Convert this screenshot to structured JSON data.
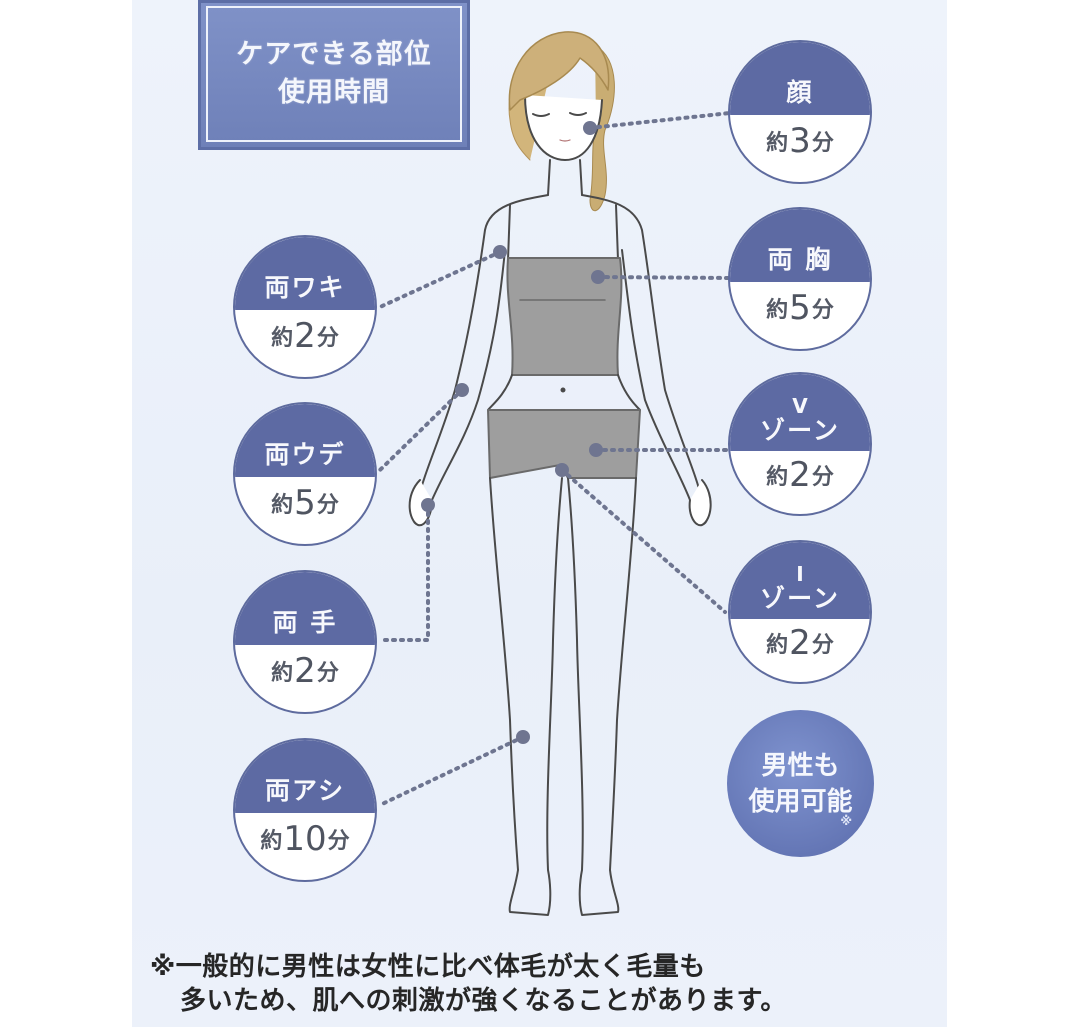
{
  "title": {
    "line1": "ケアできる部位",
    "line2": "使用時間"
  },
  "parts": [
    {
      "id": "face",
      "name": "顔",
      "prefix": "約",
      "minutes": "3",
      "unit": "分",
      "side": "right"
    },
    {
      "id": "underarms",
      "name": "両ワキ",
      "prefix": "約",
      "minutes": "2",
      "unit": "分",
      "side": "left"
    },
    {
      "id": "chest",
      "name": "両 胸",
      "prefix": "約",
      "minutes": "5",
      "unit": "分",
      "side": "right"
    },
    {
      "id": "arms",
      "name": "両ウデ",
      "prefix": "約",
      "minutes": "5",
      "unit": "分",
      "side": "left"
    },
    {
      "id": "v-zone",
      "name_top": "V",
      "name": "ゾーン",
      "prefix": "約",
      "minutes": "2",
      "unit": "分",
      "side": "right"
    },
    {
      "id": "hands",
      "name": "両 手",
      "prefix": "約",
      "minutes": "2",
      "unit": "分",
      "side": "left"
    },
    {
      "id": "i-zone",
      "name_top": "I",
      "name": "ゾーン",
      "prefix": "約",
      "minutes": "2",
      "unit": "分",
      "side": "right"
    },
    {
      "id": "legs",
      "name": "両アシ",
      "prefix": "約",
      "minutes": "10",
      "unit": "分",
      "side": "left"
    }
  ],
  "male_badge": {
    "line1": "男性も",
    "line2": "使用可能",
    "mark": "※"
  },
  "footnote": {
    "line1": "※一般的に男性は女性に比べ体毛が太く毛量も",
    "line2": "多いため、肌への刺激が強くなることがあります。"
  },
  "colors": {
    "badge_header": "#5d6aa3",
    "badge_border": "#5e6b9e",
    "panel_bg": "#eef3fb",
    "title_box": "#7889c0",
    "male_badge": "#6b7dbd",
    "dot": "#7a7f96",
    "clothing": "#9a9a9a",
    "hair": "#c9ad73"
  }
}
